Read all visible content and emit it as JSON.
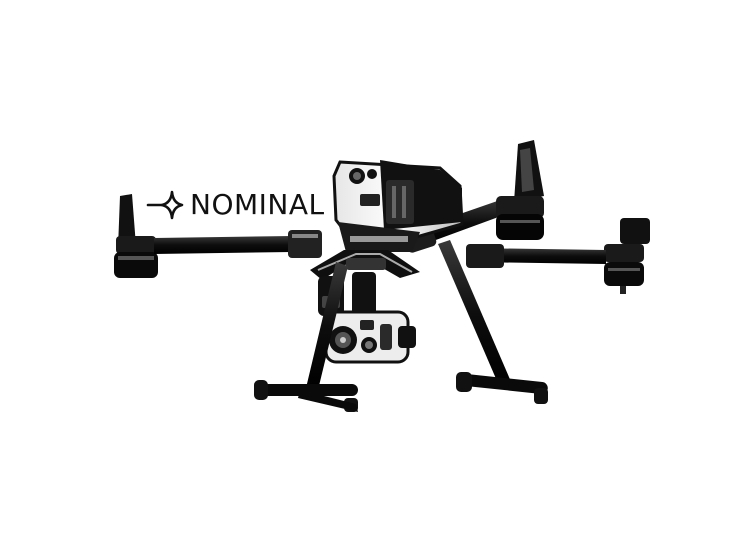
{
  "brand": {
    "name": "NOMINAL",
    "icon": "arrow-star-icon",
    "color": "#111111"
  },
  "illustration": {
    "subject": "quadcopter-drone",
    "style": "black-and-white"
  }
}
